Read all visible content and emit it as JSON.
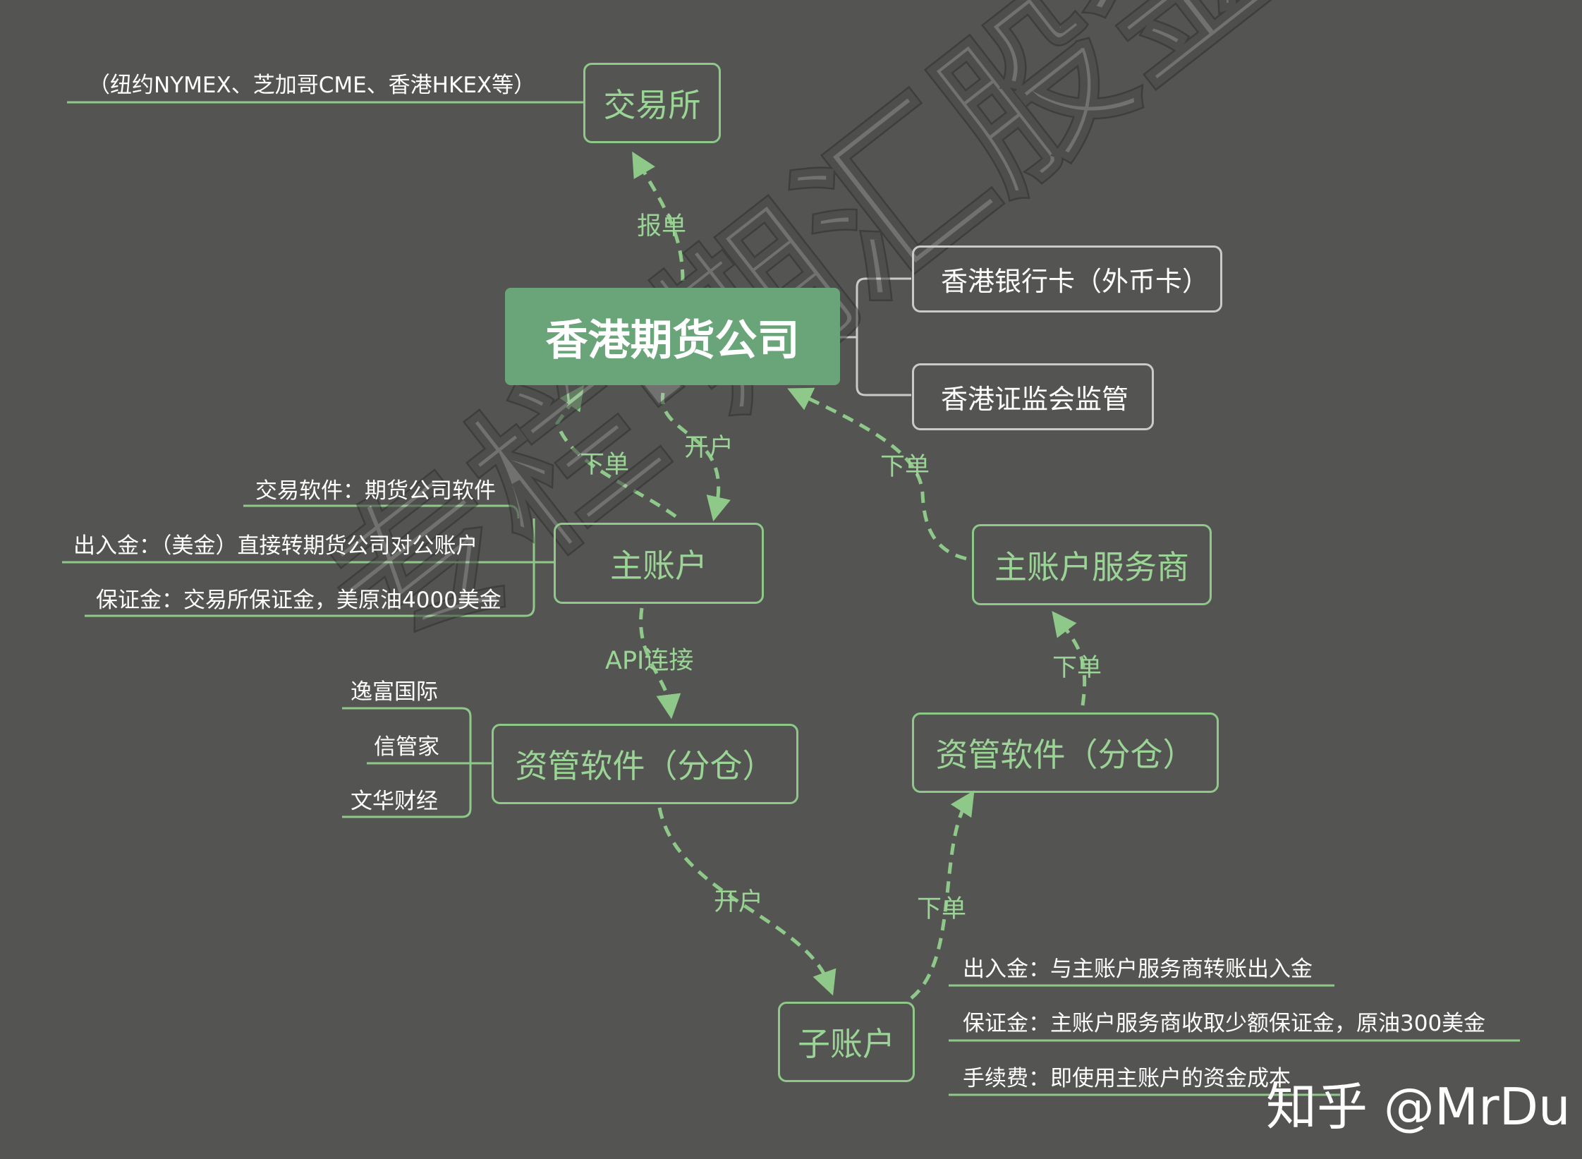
{
  "nodes": {
    "exchange": "交易所",
    "exchange_note": "（纽约NYMEX、芝加哥CME、香港HKEX等）",
    "hk_futures": "香港期货公司",
    "hk_bank_card": "香港银行卡（外币卡）",
    "hk_sfc": "香港证监会监管",
    "main_account": "主账户",
    "main_account_provider": "主账户服务商",
    "asset_sw_left": "资管软件（分仓）",
    "asset_sw_right": "资管软件（分仓）",
    "sub_account": "子账户"
  },
  "main_account_notes": [
    "交易软件：期货公司软件",
    "出入金：（美金）直接转期货公司对公账户",
    "保证金：交易所保证金，美原油4000美金"
  ],
  "software_list": [
    "逸富国际",
    "信管家",
    "文华财经"
  ],
  "sub_account_notes": [
    "出入金：与主账户服务商转账出入金",
    "保证金：主账户服务商收取少额保证金，原油300美金",
    "手续费：即使用主账户的资金成本"
  ],
  "edge_labels": {
    "report": "报单",
    "order_1": "下单",
    "open_1": "开户",
    "order_2": "下单",
    "api": "API连接",
    "order_3": "下单",
    "open_2": "开户",
    "order_4": "下单"
  },
  "watermark": "专栏·期汇股金",
  "brand": "知乎 @MrDu",
  "colors": {
    "background": "#545553",
    "accent": "#8fc98a",
    "center_fill": "#6aa57a"
  }
}
